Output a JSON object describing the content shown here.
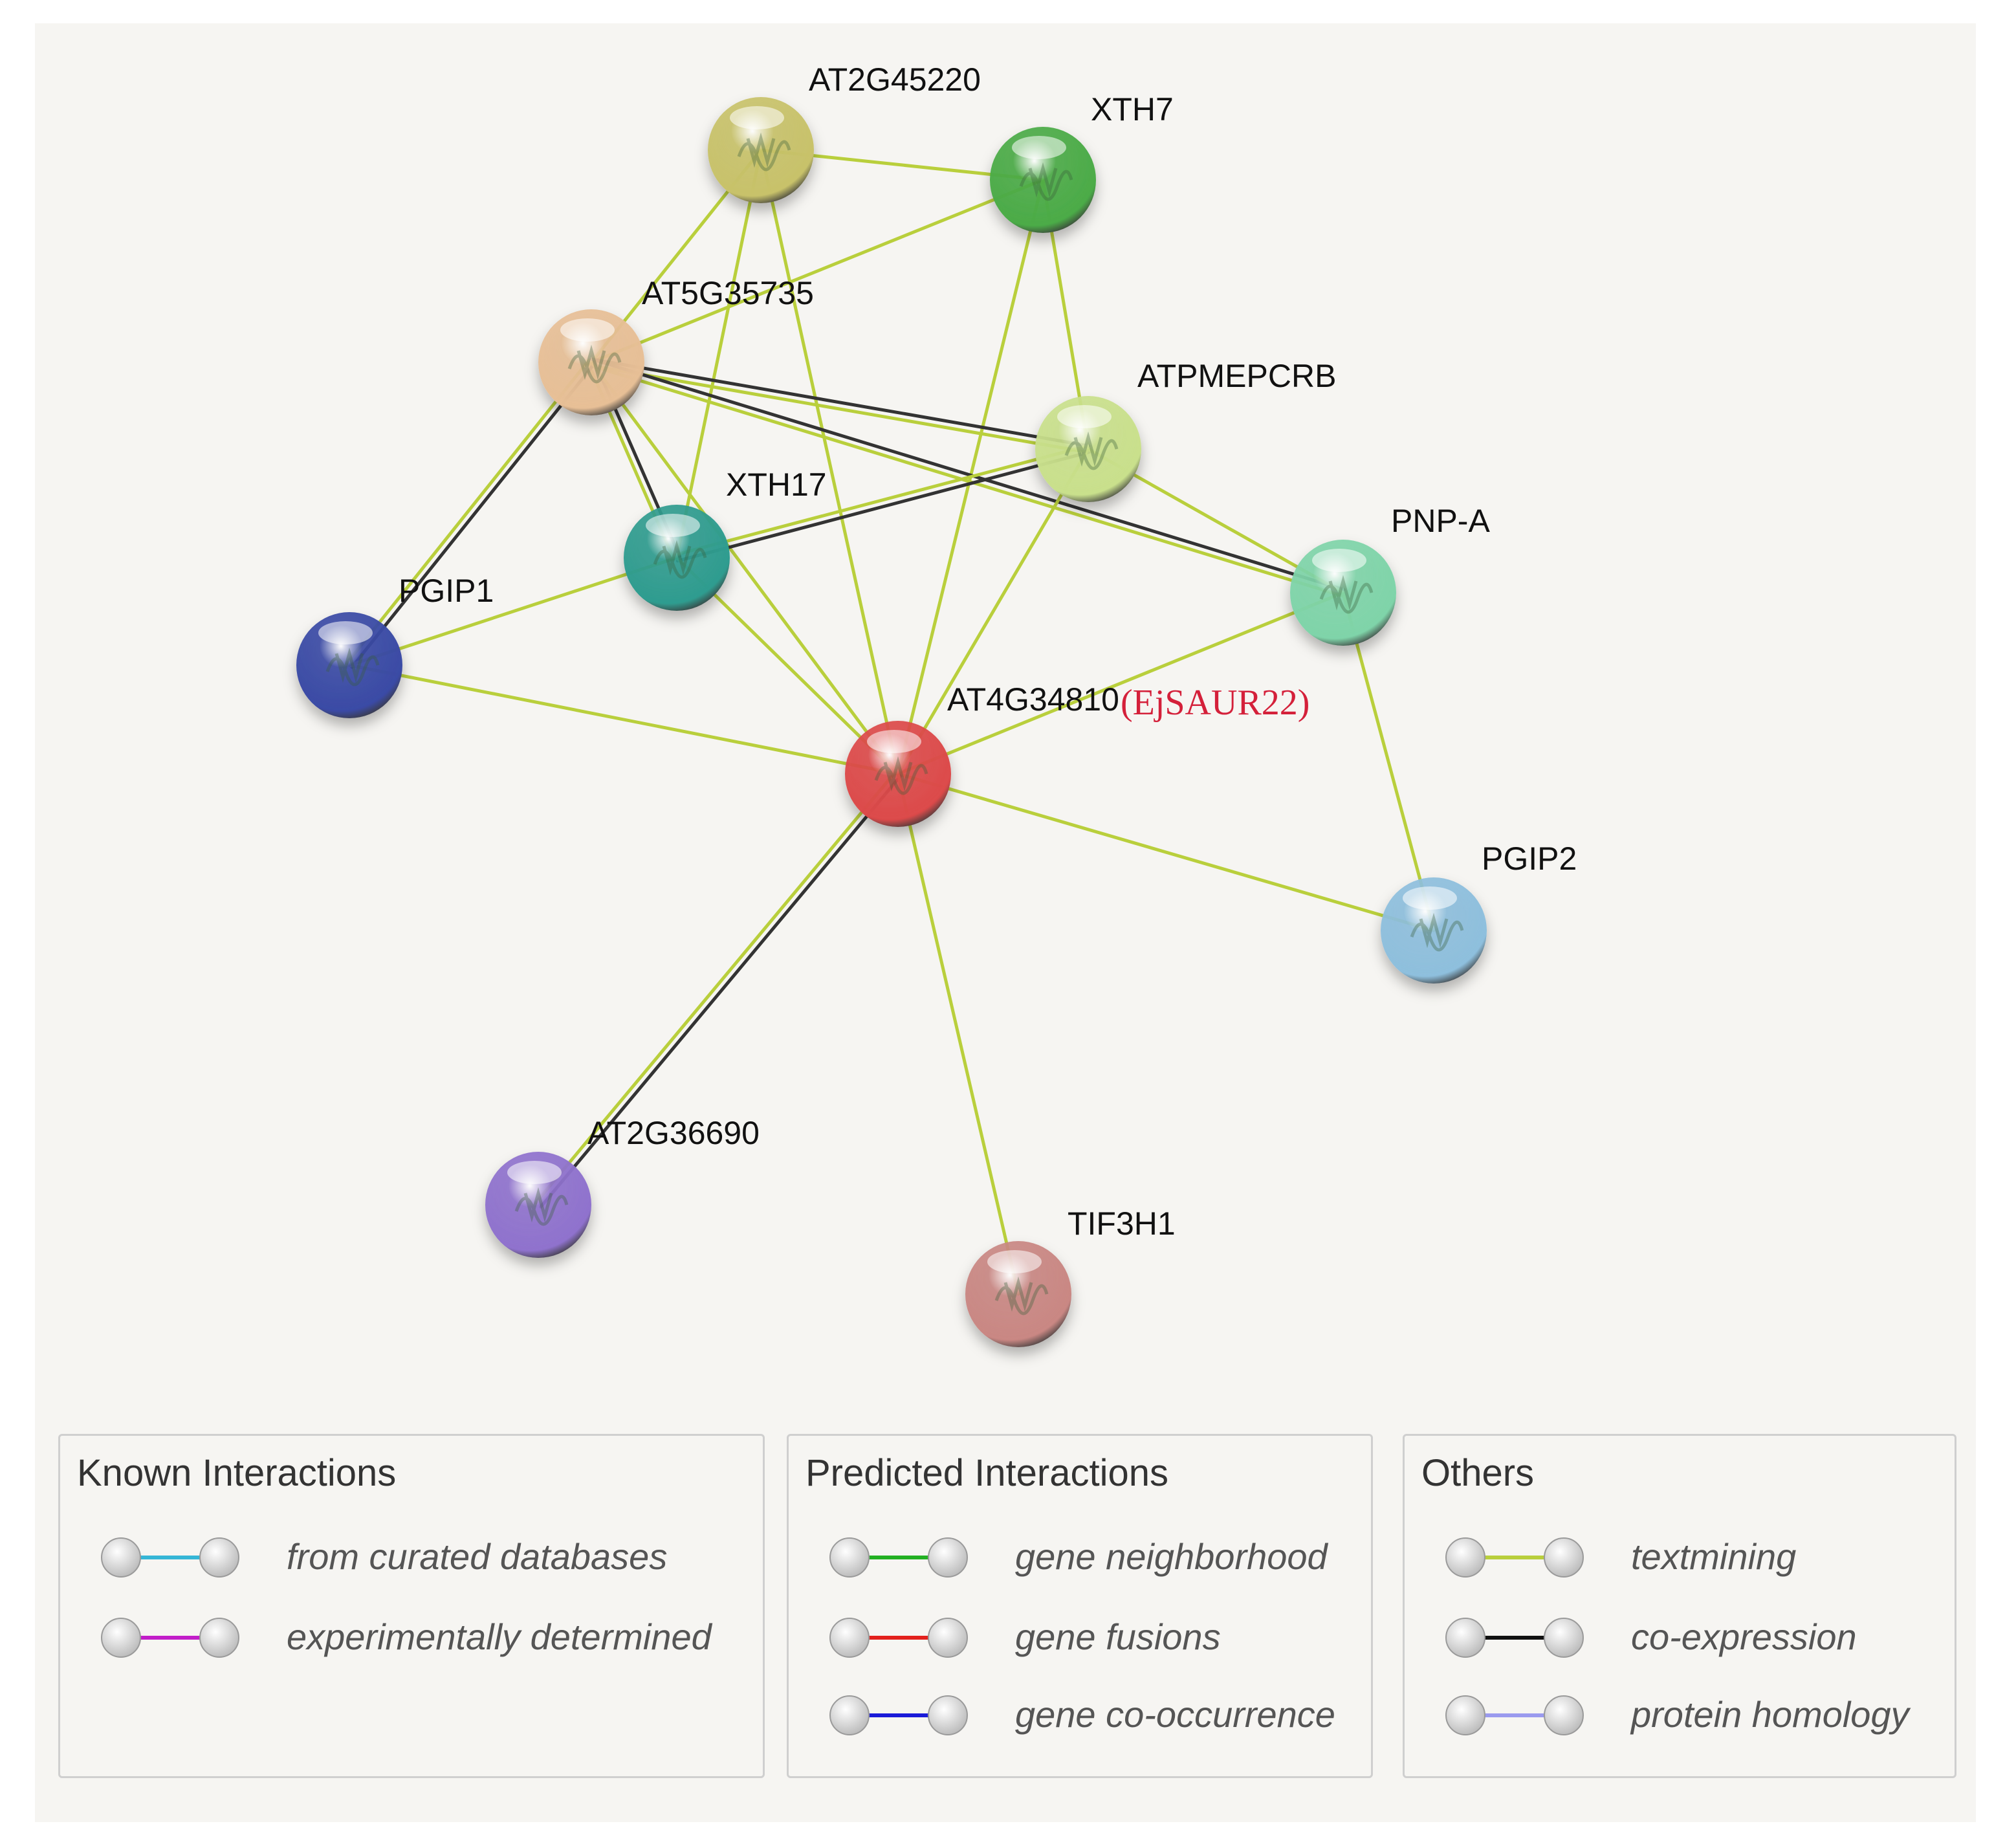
{
  "network": {
    "nodes": [
      {
        "id": "AT2G45220",
        "label": "AT2G45220",
        "color": "#c8c26a"
      },
      {
        "id": "XTH7",
        "label": "XTH7",
        "color": "#4bab47"
      },
      {
        "id": "AT5G35735",
        "label": "AT5G35735",
        "color": "#e7bf96"
      },
      {
        "id": "ATPMEPCRB",
        "label": "ATPMEPCRB",
        "color": "#c9e08c"
      },
      {
        "id": "XTH17",
        "label": "XTH17",
        "color": "#2f9c8f"
      },
      {
        "id": "PNP-A",
        "label": "PNP-A",
        "color": "#7fd4a9"
      },
      {
        "id": "PGIP1",
        "label": "PGIP1",
        "color": "#3a4aa5"
      },
      {
        "id": "AT4G34810",
        "label": "AT4G34810",
        "extra_label": "(EjSAUR22)",
        "color": "#dc4a4a"
      },
      {
        "id": "PGIP2",
        "label": "PGIP2",
        "color": "#8ebfdd"
      },
      {
        "id": "AT2G36690",
        "label": "AT2G36690",
        "color": "#8f72cd"
      },
      {
        "id": "TIF3H1",
        "label": "TIF3H1",
        "color": "#c98783"
      }
    ],
    "edges": [
      {
        "source": "AT2G45220",
        "target": "XTH7",
        "types": [
          "textmining"
        ]
      },
      {
        "source": "AT2G45220",
        "target": "AT5G35735",
        "types": [
          "textmining"
        ]
      },
      {
        "source": "AT2G45220",
        "target": "XTH17",
        "types": [
          "textmining"
        ]
      },
      {
        "source": "AT2G45220",
        "target": "AT4G34810",
        "types": [
          "textmining"
        ]
      },
      {
        "source": "XTH7",
        "target": "AT5G35735",
        "types": [
          "textmining"
        ]
      },
      {
        "source": "XTH7",
        "target": "ATPMEPCRB",
        "types": [
          "textmining"
        ]
      },
      {
        "source": "XTH7",
        "target": "AT4G34810",
        "types": [
          "textmining"
        ]
      },
      {
        "source": "AT5G35735",
        "target": "ATPMEPCRB",
        "types": [
          "textmining",
          "co-expression"
        ]
      },
      {
        "source": "AT5G35735",
        "target": "PNP-A",
        "types": [
          "textmining",
          "co-expression"
        ]
      },
      {
        "source": "AT5G35735",
        "target": "XTH17",
        "types": [
          "textmining",
          "co-expression"
        ]
      },
      {
        "source": "AT5G35735",
        "target": "PGIP1",
        "types": [
          "textmining",
          "co-expression"
        ]
      },
      {
        "source": "AT5G35735",
        "target": "AT4G34810",
        "types": [
          "textmining"
        ]
      },
      {
        "source": "ATPMEPCRB",
        "target": "XTH17",
        "types": [
          "textmining",
          "co-expression"
        ]
      },
      {
        "source": "ATPMEPCRB",
        "target": "PNP-A",
        "types": [
          "textmining"
        ]
      },
      {
        "source": "ATPMEPCRB",
        "target": "AT4G34810",
        "types": [
          "textmining"
        ]
      },
      {
        "source": "XTH17",
        "target": "PGIP1",
        "types": [
          "textmining"
        ]
      },
      {
        "source": "XTH17",
        "target": "AT4G34810",
        "types": [
          "textmining"
        ]
      },
      {
        "source": "PNP-A",
        "target": "AT4G34810",
        "types": [
          "textmining"
        ]
      },
      {
        "source": "PNP-A",
        "target": "PGIP2",
        "types": [
          "textmining"
        ]
      },
      {
        "source": "PGIP1",
        "target": "AT4G34810",
        "types": [
          "textmining"
        ]
      },
      {
        "source": "AT4G34810",
        "target": "PGIP2",
        "types": [
          "textmining"
        ]
      },
      {
        "source": "AT4G34810",
        "target": "AT2G36690",
        "types": [
          "textmining",
          "co-expression"
        ]
      },
      {
        "source": "AT4G34810",
        "target": "TIF3H1",
        "types": [
          "textmining"
        ]
      }
    ]
  },
  "legend": {
    "known": {
      "title": "Known Interactions",
      "items": [
        {
          "label": "from curated databases",
          "color": "#35b6d6"
        },
        {
          "label": "experimentally determined",
          "color": "#c21ec9"
        }
      ]
    },
    "predicted": {
      "title": "Predicted Interactions",
      "items": [
        {
          "label": "gene neighborhood",
          "color": "#22b022"
        },
        {
          "label": "gene fusions",
          "color": "#e3211d"
        },
        {
          "label": "gene co-occurrence",
          "color": "#1b1bd8"
        }
      ]
    },
    "others": {
      "title": "Others",
      "items": [
        {
          "label": "textmining",
          "color": "#b9cf3c"
        },
        {
          "label": "co-expression",
          "color": "#111111"
        },
        {
          "label": "protein homology",
          "color": "#9a9aee"
        }
      ]
    }
  },
  "colors": {
    "textmining": "#b9cf3c",
    "co-expression": "#333333",
    "background": "#f6f5f2"
  }
}
